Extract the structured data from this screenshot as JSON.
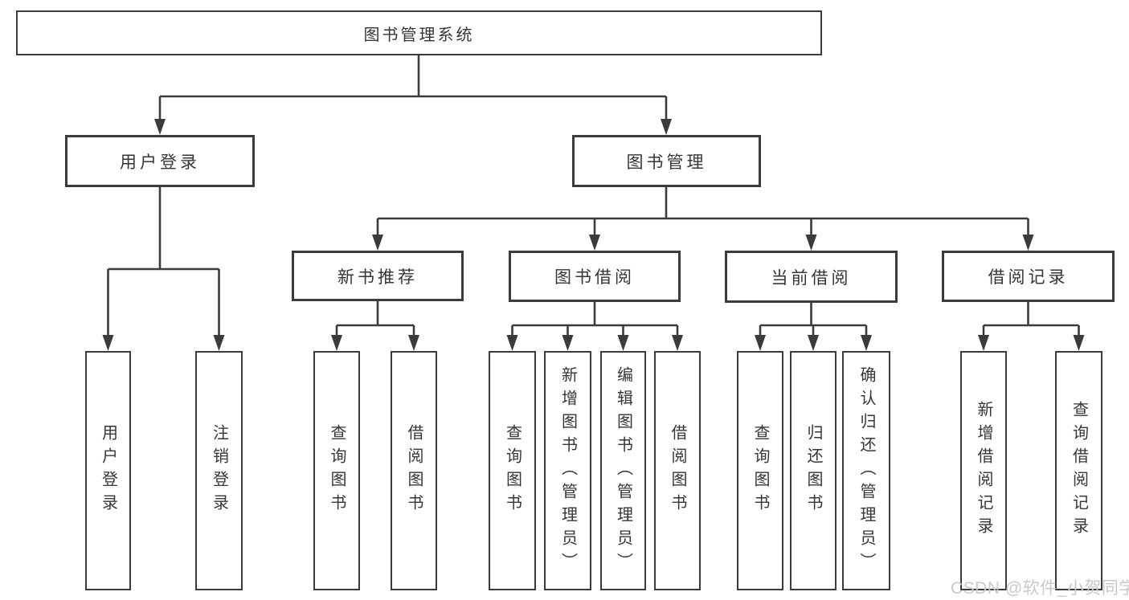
{
  "diagram_type": "hierarchy-tree",
  "colors": {
    "background": "#ffffff",
    "line": "#3b3b3b",
    "box_border": "#3b3b3b",
    "box_fill": "#ffffff",
    "text": "#363636",
    "watermark": "#c9c9c9"
  },
  "watermark": {
    "text": "CSDN @软件_小贺同学"
  },
  "hierarchy": {
    "label": "图书管理系统",
    "children": [
      {
        "label": "用户登录",
        "children": [
          {
            "label": "用户登录"
          },
          {
            "label": "注销登录"
          }
        ]
      },
      {
        "label": "图书管理",
        "children": [
          {
            "label": "新书推荐",
            "children": [
              {
                "label": "查询图书"
              },
              {
                "label": "借阅图书"
              }
            ]
          },
          {
            "label": "图书借阅",
            "children": [
              {
                "label": "查询图书"
              },
              {
                "label": "新增图书（管理员）"
              },
              {
                "label": "编辑图书（管理员）"
              },
              {
                "label": "借阅图书"
              }
            ]
          },
          {
            "label": "当前借阅",
            "children": [
              {
                "label": "查询图书"
              },
              {
                "label": "归还图书"
              },
              {
                "label": "确认归还（管理员）"
              }
            ]
          },
          {
            "label": "借阅记录",
            "children": [
              {
                "label": "新增借阅记录"
              },
              {
                "label": "查询借阅记录"
              }
            ]
          }
        ]
      }
    ]
  }
}
